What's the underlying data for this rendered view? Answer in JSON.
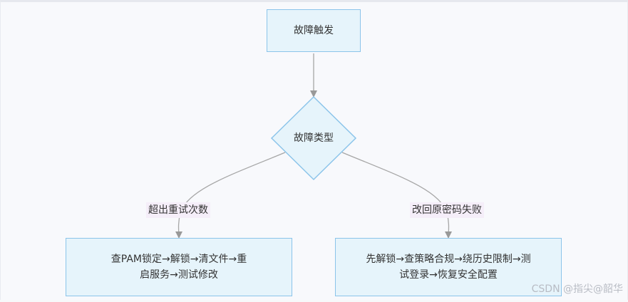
{
  "nodes": {
    "trigger": "故障触发",
    "type": "故障类型",
    "left": "查PAM锁定→解锁→清文件→重启服务→测试修改",
    "right": "先解锁→查策略合规→绕历史限制→测试登录→恢复安全配置"
  },
  "edges": {
    "left_label": "超出重试次数",
    "right_label": "改回原密码失败"
  },
  "watermark": "CSDN @指尖@韶华",
  "colors": {
    "node_fill": "#e6f4fb",
    "node_border": "#8bc4ea",
    "edge": "#a6a6a6",
    "edge_label_bg": "#f5eef9"
  }
}
